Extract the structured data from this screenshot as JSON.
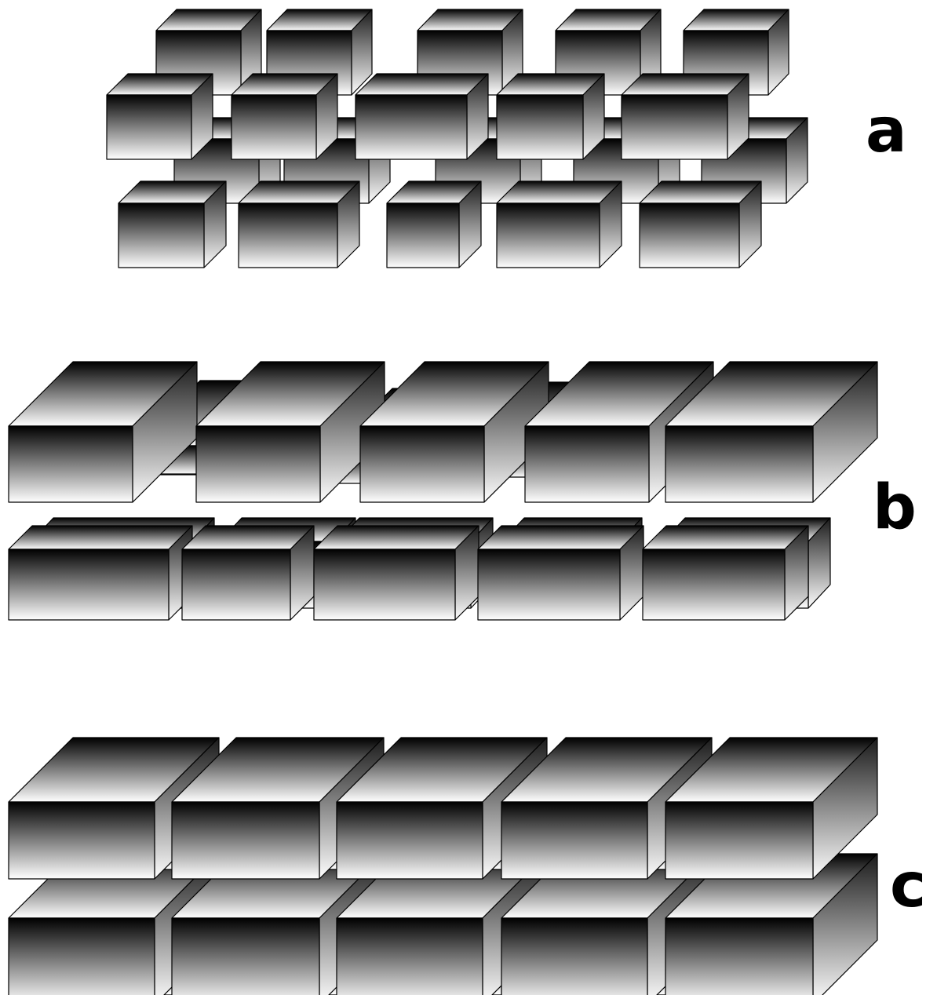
{
  "figure": {
    "panels": [
      {
        "id": "a",
        "label": "a"
      },
      {
        "id": "b",
        "label": "b"
      },
      {
        "id": "c",
        "label": "c"
      }
    ],
    "block_colors": {
      "top_front": "#000000",
      "bottom_front": "#ffffff",
      "top_edge": "#ffffff",
      "bottom_edge": "#d8d8d8",
      "side_dark": "#1a1a1a",
      "side_light": "#ffffff",
      "outline": "#000000"
    }
  }
}
